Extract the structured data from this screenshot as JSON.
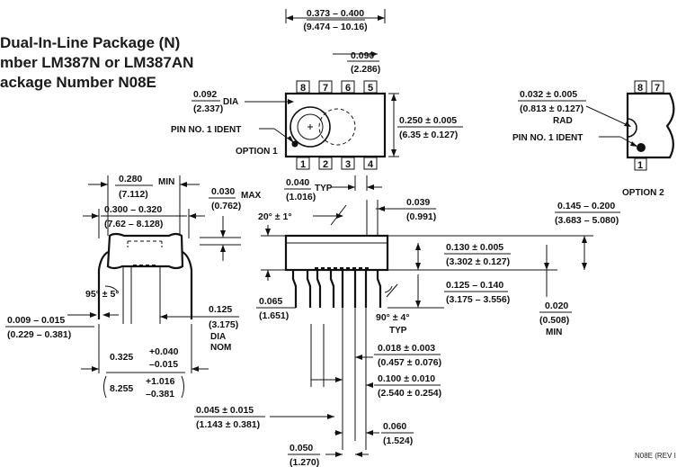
{
  "header": {
    "line1": "Dual-In-Line Package (N)",
    "line2": "mber LM387N or LM387AN",
    "line3": "ackage Number N08E"
  },
  "footer": {
    "revision": "N08E (REV I"
  },
  "top_view": {
    "pins_top": [
      "8",
      "7",
      "6",
      "5"
    ],
    "pins_bottom": [
      "1",
      "2",
      "3",
      "4"
    ],
    "width_in": "0.373 – 0.400",
    "width_mm": "(9.474 – 10.16)",
    "notch_in": "0.090",
    "notch_mm": "(2.286)",
    "dia_in": "0.092",
    "dia_mm": "(2.337)",
    "dia_label": "DIA",
    "height_in": "0.250 ± 0.005",
    "height_mm": "(6.35 ± 0.127)",
    "pin1_label": "PIN NO. 1 IDENT",
    "option_label": "OPTION 1"
  },
  "option2": {
    "pins_top": [
      "8",
      "7"
    ],
    "pins_bottom": [
      "1"
    ],
    "rad_in": "0.032 ± 0.005",
    "rad_mm": "(0.813 ± 0.127)",
    "rad_label": "RAD",
    "pin1_label": "PIN NO. 1 IDENT",
    "option_label": "OPTION 2"
  },
  "end_view": {
    "min_in": "0.280",
    "min_mm": "(7.112)",
    "min_label": "MIN",
    "range_in": "0.300 – 0.320",
    "range_mm": "(7.62 – 8.128)",
    "max_in": "0.030",
    "max_mm": "(0.762)",
    "max_label": "MAX",
    "angle": "95° ± 5°",
    "lead_in": "0.009 – 0.015",
    "lead_mm": "(0.229 – 0.381)",
    "span_in": "0.325",
    "span_tol_plus_in": "+0.040",
    "span_tol_minus_in": "–0.015",
    "span_mm": "8.255",
    "span_tol_plus_mm": "+1.016",
    "span_tol_minus_mm": "–0.381",
    "nom_in": "0.125",
    "nom_mm": "(3.175)",
    "nom_label1": "DIA",
    "nom_label2": "NOM"
  },
  "side_view": {
    "typ1_in": "0.040",
    "typ1_mm": "(1.016)",
    "typ1_label": "TYP",
    "shoulder_in": "0.039",
    "shoulder_mm": "(0.991)",
    "draft_angle": "20° ± 1°",
    "overall_in": "0.145 – 0.200",
    "overall_mm": "(3.683 – 5.080)",
    "body_in": "0.130 ± 0.005",
    "body_mm": "(3.302 ± 0.127)",
    "lead_len_in": "0.125 – 0.140",
    "lead_len_mm": "(3.175 – 3.556)",
    "standoff_in": "0.065",
    "standoff_mm": "(1.651)",
    "seat_in": "0.020",
    "seat_mm": "(0.508)",
    "seat_label": "MIN",
    "lead_angle": "90° ± 4°",
    "lead_angle_label": "TYP",
    "lead_w_in": "0.018 ± 0.003",
    "lead_w_mm": "(0.457 ± 0.076)",
    "pitch_in": "0.100 ± 0.010",
    "pitch_mm": "(2.540 ± 0.254)",
    "end_lead_in": "0.045 ± 0.015",
    "end_lead_mm": "(1.143 ± 0.381)",
    "wide_lead_in": "0.060",
    "wide_lead_mm": "(1.524)",
    "half_pitch_in": "0.050",
    "half_pitch_mm": "(1.270)"
  }
}
